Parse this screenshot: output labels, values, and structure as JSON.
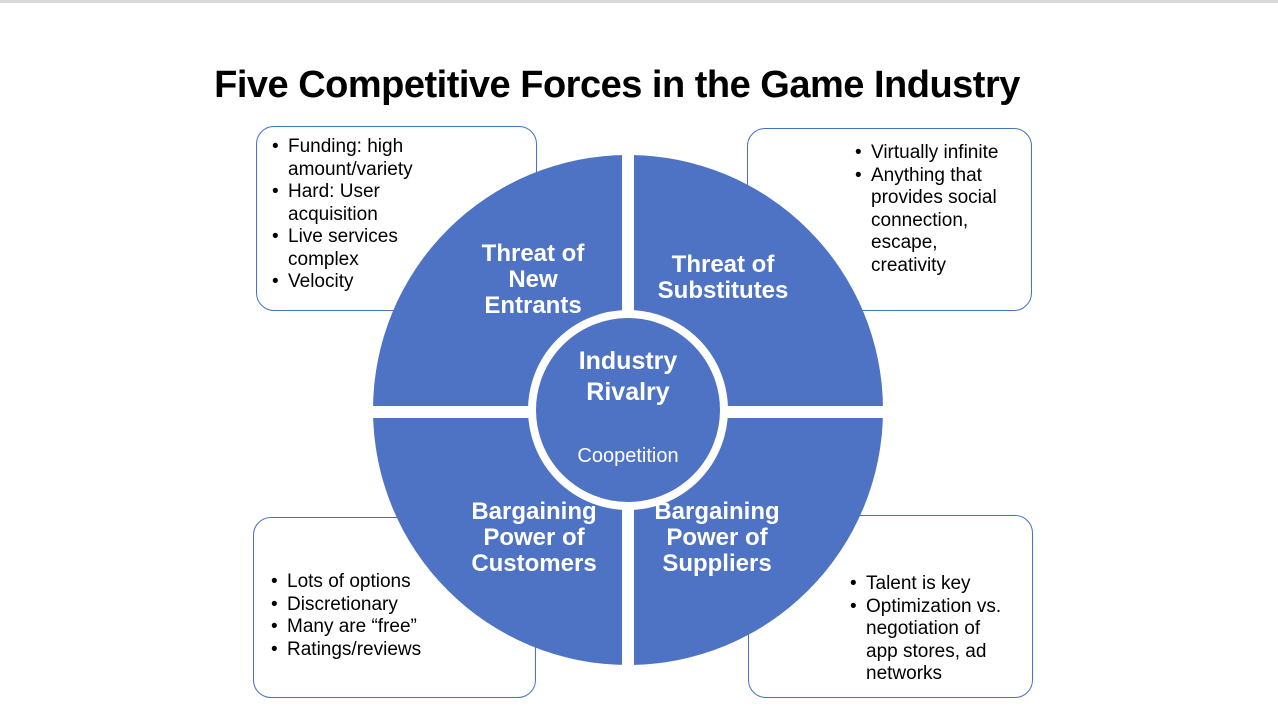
{
  "slide": {
    "title": "Five Competitive Forces in the Game Industry"
  },
  "colors": {
    "background": "#FFFFFF",
    "top_strip": "#DADADA",
    "title_text": "#000000",
    "body_text": "#000000",
    "circle_fill": "#4E73C4",
    "box_border": "#4472C4",
    "quadrant_text": "#FFFFFF"
  },
  "diagram": {
    "center": {
      "title": "Industry\nRivalry",
      "subtitle": "Coopetition"
    },
    "quadrants": {
      "top_left": {
        "label": "Threat of\nNew\nEntrants"
      },
      "top_right": {
        "label": "Threat of\nSubstitutes"
      },
      "bottom_left": {
        "label": "Bargaining\nPower of\nCustomers"
      },
      "bottom_right": {
        "label": "Bargaining\nPower of\nSuppliers"
      }
    }
  },
  "callouts": {
    "top_left": {
      "items": [
        "Funding: high\namount/variety",
        "Hard: User\nacquisition",
        "Live services\ncomplex",
        "Velocity"
      ]
    },
    "top_right": {
      "items": [
        "Virtually infinite",
        "Anything that\nprovides social\nconnection,\nescape,\ncreativity"
      ]
    },
    "bottom_left": {
      "items": [
        "Lots of options",
        "Discretionary",
        "Many are “free”",
        "Ratings/reviews"
      ]
    },
    "bottom_right": {
      "items": [
        "Talent is key",
        "Optimization vs.\nnegotiation of\napp stores, ad\nnetworks"
      ]
    }
  }
}
